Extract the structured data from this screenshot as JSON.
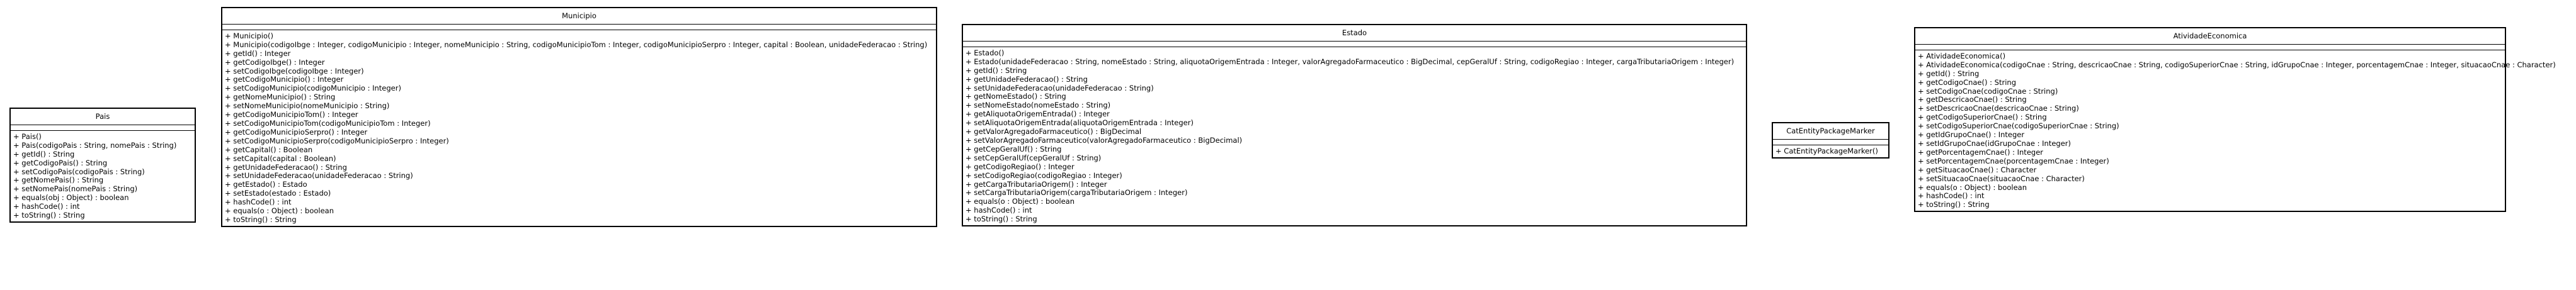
{
  "classes": [
    {
      "name": "Pais",
      "operations": [
        "+ Pais()",
        "+ Pais(codigoPais : String, nomePais : String)",
        "+ getId() : String",
        "+ getCodigoPais() : String",
        "+ setCodigoPais(codigoPais : String)",
        "+ getNomePais() : String",
        "+ setNomePais(nomePais : String)",
        "+ equals(obj : Object) : boolean",
        "+ hashCode() : int",
        "+ toString() : String"
      ]
    },
    {
      "name": "Municipio",
      "operations": [
        "+ Municipio()",
        "+ Municipio(codigoIbge : Integer, codigoMunicipio : Integer, nomeMunicipio : String, codigoMunicipioTom : Integer, codigoMunicipioSerpro : Integer, capital : Boolean, unidadeFederacao : String)",
        "+ getId() : Integer",
        "+ getCodigoIbge() : Integer",
        "+ setCodigoIbge(codigoIbge : Integer)",
        "+ getCodigoMunicipio() : Integer",
        "+ setCodigoMunicipio(codigoMunicipio : Integer)",
        "+ getNomeMunicipio() : String",
        "+ setNomeMunicipio(nomeMunicipio : String)",
        "+ getCodigoMunicipioTom() : Integer",
        "+ setCodigoMunicipioTom(codigoMunicipioTom : Integer)",
        "+ getCodigoMunicipioSerpro() : Integer",
        "+ setCodigoMunicipioSerpro(codigoMunicipioSerpro : Integer)",
        "+ getCapital() : Boolean",
        "+ setCapital(capital : Boolean)",
        "+ getUnidadeFederacao() : String",
        "+ setUnidadeFederacao(unidadeFederacao : String)",
        "+ getEstado() : Estado",
        "+ setEstado(estado : Estado)",
        "+ hashCode() : int",
        "+ equals(o : Object) : boolean",
        "+ toString() : String"
      ]
    },
    {
      "name": "Estado",
      "operations": [
        "+ Estado()",
        "+ Estado(unidadeFederacao : String, nomeEstado : String, aliquotaOrigemEntrada : Integer, valorAgregadoFarmaceutico : BigDecimal, cepGeralUf : String, codigoRegiao : Integer, cargaTributariaOrigem : Integer)",
        "+ getId() : String",
        "+ getUnidadeFederacao() : String",
        "+ setUnidadeFederacao(unidadeFederacao : String)",
        "+ getNomeEstado() : String",
        "+ setNomeEstado(nomeEstado : String)",
        "+ getAliquotaOrigemEntrada() : Integer",
        "+ setAliquotaOrigemEntrada(aliquotaOrigemEntrada : Integer)",
        "+ getValorAgregadoFarmaceutico() : BigDecimal",
        "+ setValorAgregadoFarmaceutico(valorAgregadoFarmaceutico : BigDecimal)",
        "+ getCepGeralUf() : String",
        "+ setCepGeralUf(cepGeralUf : String)",
        "+ getCodigoRegiao() : Integer",
        "+ setCodigoRegiao(codigoRegiao : Integer)",
        "+ getCargaTributariaOrigem() : Integer",
        "+ setCargaTributariaOrigem(cargaTributariaOrigem : Integer)",
        "+ equals(o : Object) : boolean",
        "+ hashCode() : int",
        "+ toString() : String"
      ]
    },
    {
      "name": "CatEntityPackageMarker",
      "operations": [
        "+ CatEntityPackageMarker()"
      ]
    },
    {
      "name": "AtividadeEconomica",
      "operations": [
        "+ AtividadeEconomica()",
        "+ AtividadeEconomica(codigoCnae : String, descricaoCnae : String, codigoSuperiorCnae : String, idGrupoCnae : Integer, porcentagemCnae : Integer, situacaoCnae : Character)",
        "+ getId() : String",
        "+ getCodigoCnae() : String",
        "+ setCodigoCnae(codigoCnae : String)",
        "+ getDescricaoCnae() : String",
        "+ setDescricaoCnae(descricaoCnae : String)",
        "+ getCodigoSuperiorCnae() : String",
        "+ setCodigoSuperiorCnae(codigoSuperiorCnae : String)",
        "+ getIdGrupoCnae() : Integer",
        "+ setIdGrupoCnae(idGrupoCnae : Integer)",
        "+ getPorcentagemCnae() : Integer",
        "+ setPorcentagemCnae(porcentagemCnae : Integer)",
        "+ getSituacaoCnae() : Character",
        "+ setSituacaoCnae(situacaoCnae : Character)",
        "+ equals(o : Object) : boolean",
        "+ hashCode() : int",
        "+ toString() : String"
      ]
    }
  ]
}
